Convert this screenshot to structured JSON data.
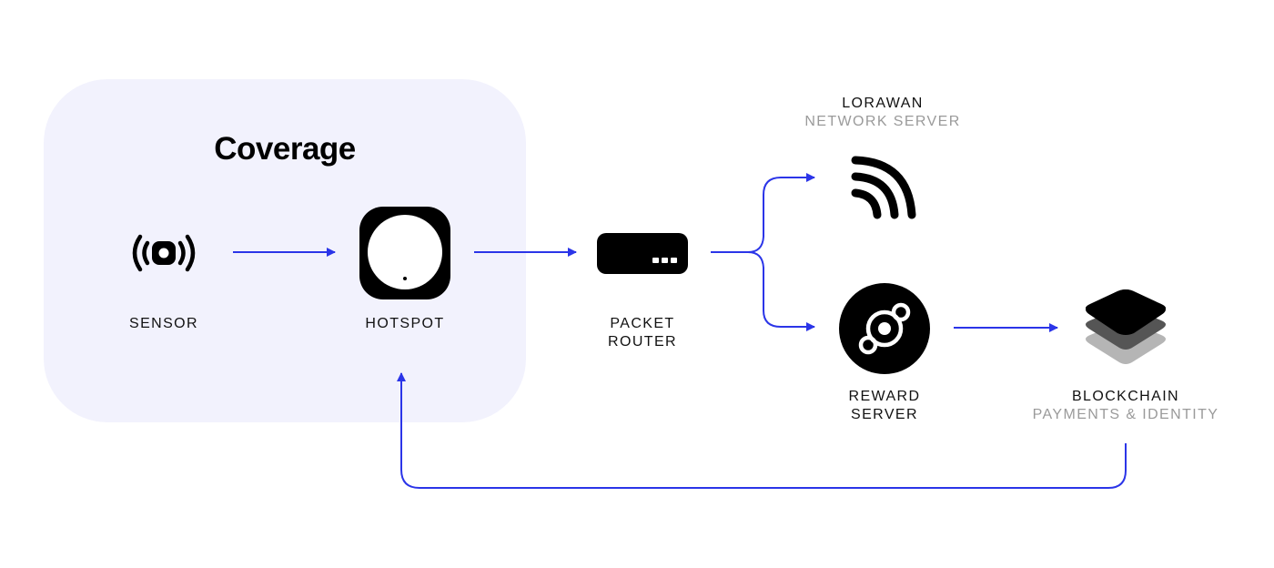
{
  "colors": {
    "accent": "#2b35e8",
    "coverage_bg": "#f2f2fd",
    "icon": "#000000",
    "subtitle": "#9a9a9a"
  },
  "coverage": {
    "title": "Coverage"
  },
  "nodes": {
    "sensor": {
      "label": "SENSOR",
      "icon": "sensor-broadcast-icon"
    },
    "hotspot": {
      "label": "HOTSPOT",
      "icon": "hotspot-device-icon"
    },
    "packet_router": {
      "line1": "PACKET",
      "line2": "ROUTER",
      "icon": "router-device-icon"
    },
    "lorawan": {
      "line1": "LORAWAN",
      "line2": "NETWORK SERVER",
      "icon": "wireless-signal-icon"
    },
    "reward_server": {
      "line1": "REWARD",
      "line2": "SERVER",
      "icon": "helium-logo-icon"
    },
    "blockchain": {
      "line1": "BLOCKCHAIN",
      "line2": "PAYMENTS & IDENTITY",
      "icon": "stacked-layers-icon"
    }
  },
  "edges": [
    {
      "from": "sensor",
      "to": "hotspot"
    },
    {
      "from": "hotspot",
      "to": "packet_router"
    },
    {
      "from": "packet_router",
      "to": "lorawan"
    },
    {
      "from": "packet_router",
      "to": "reward_server"
    },
    {
      "from": "reward_server",
      "to": "blockchain"
    },
    {
      "from": "blockchain",
      "to": "hotspot"
    }
  ]
}
